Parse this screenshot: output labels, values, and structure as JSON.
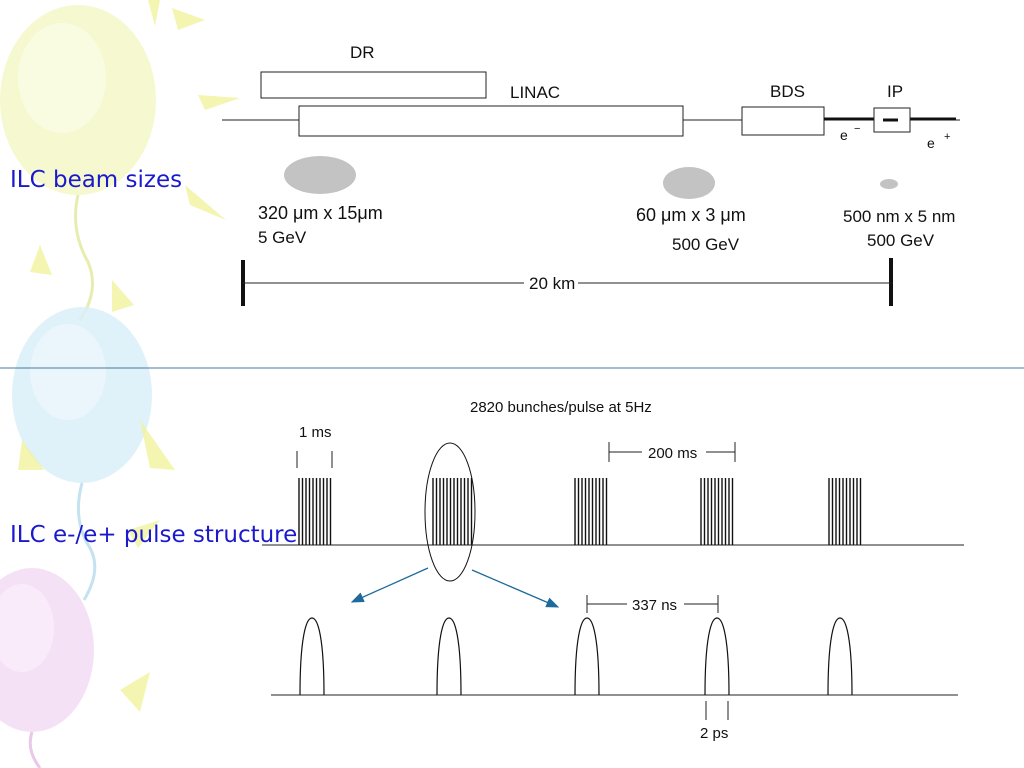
{
  "titles": {
    "beam_sizes": "ILC beam sizes",
    "pulse_structure": "ILC e-/e+ pulse structure"
  },
  "beamline": {
    "labels": {
      "dr": "DR",
      "linac": "LINAC",
      "bds": "BDS",
      "ip": "IP",
      "electron": "e",
      "electron_sign": "−",
      "positron": "e",
      "positron_sign": "+"
    },
    "sizes": [
      {
        "dims": "320 μm x 15μm",
        "energy": "5 GeV"
      },
      {
        "dims": "60 μm x 3 μm",
        "energy": "500 GeV"
      },
      {
        "dims": "500 nm x 5 nm",
        "energy": "500 GeV"
      }
    ],
    "length_label": "20 km"
  },
  "pulse": {
    "title": "2820 bunches/pulse at 5Hz",
    "train_length_label": "1 ms",
    "train_spacing_label": "200 ms",
    "bunch_spacing_label": "337 ns",
    "bunch_length_label": "2 ps"
  },
  "colors": {
    "title_text": "#1a1acc",
    "arrow": "#1e6a9a",
    "beam_spot": "#c3c3c3",
    "divider": "#4a7aa0"
  }
}
